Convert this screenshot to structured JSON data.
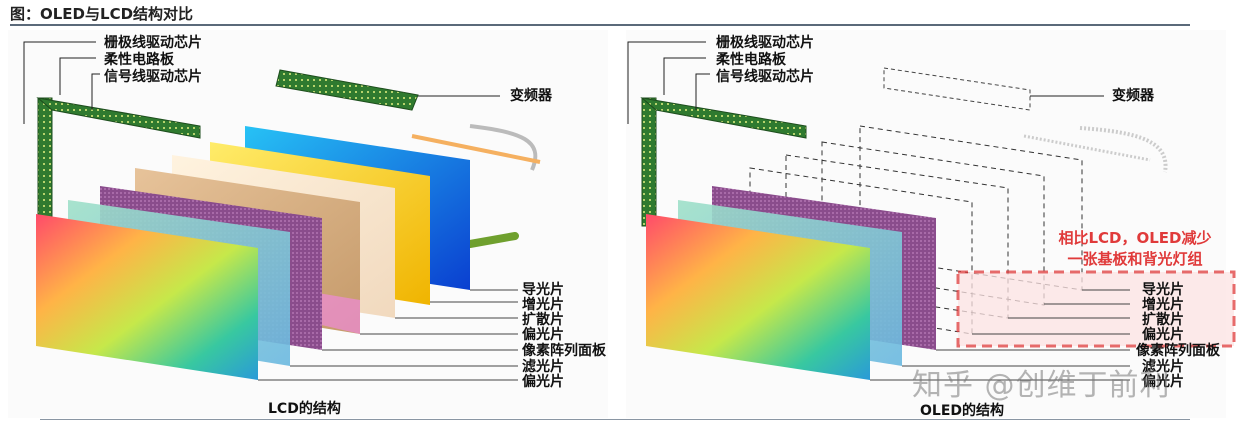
{
  "title": "图：OLED与LCD结构对比",
  "left": {
    "top_labels": [
      "栅极线驱动芯片",
      "柔性电路板",
      "信号线驱动芯片"
    ],
    "inverter_label": "变频器",
    "layer_labels": [
      "导光片",
      "增光片",
      "扩散片",
      "偏光片",
      "像素阵列面板",
      "滤光片",
      "偏光片"
    ],
    "caption": "LCD的结构"
  },
  "right": {
    "top_labels": [
      "栅极线驱动芯片",
      "柔性电路板",
      "信号线驱动芯片"
    ],
    "inverter_label": "变频器",
    "layer_labels": [
      "导光片",
      "增光片",
      "扩散片",
      "偏光片",
      "像素阵列面板",
      "滤光片",
      "偏光片"
    ],
    "caption": "OLED的结构",
    "note_line1": "相比LCD，OLED减少",
    "note_line2": "一张基板和背光灯组"
  },
  "watermark": "知乎 @创维丁前利",
  "colors": {
    "callout_red": "#e03a3a",
    "highlight_fill": "#fde3e3",
    "rule": "#5b6a7a"
  }
}
